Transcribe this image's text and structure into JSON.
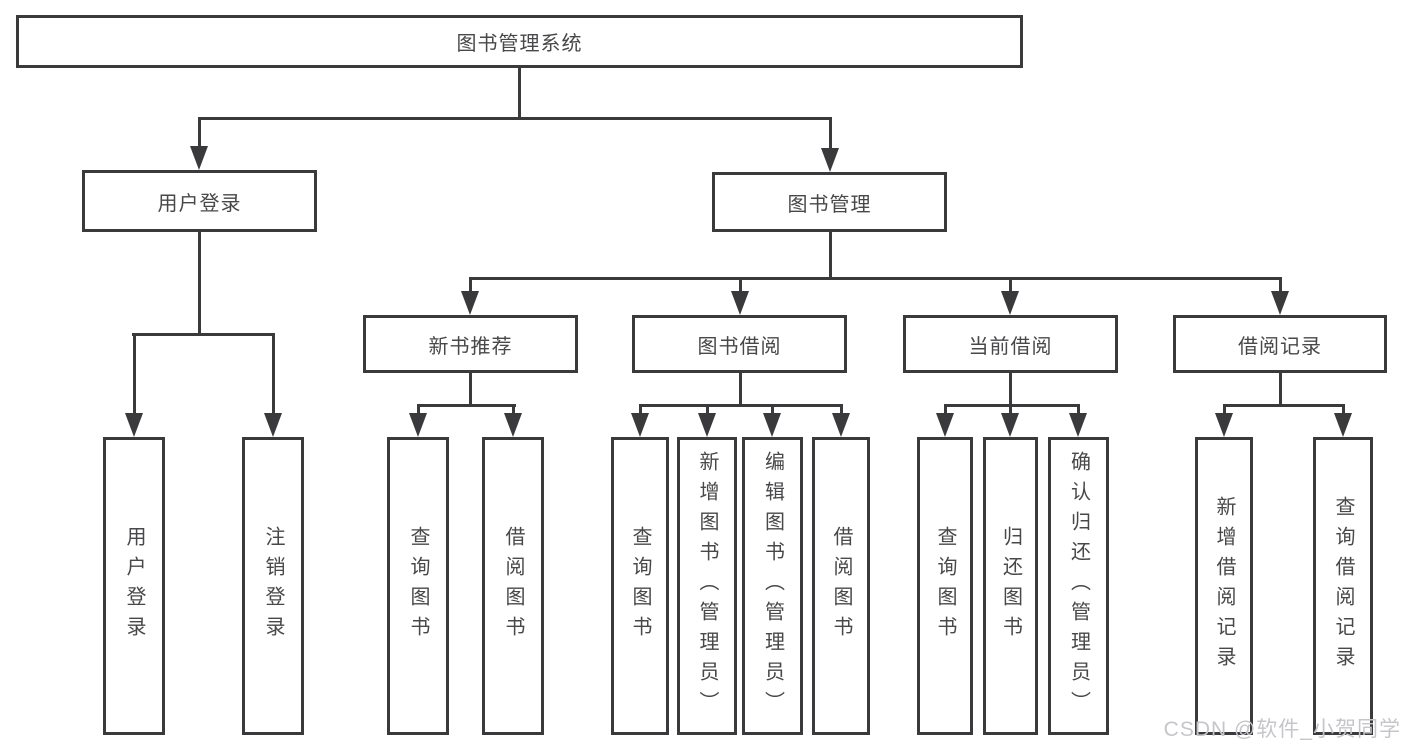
{
  "tree": {
    "label": "图书管理系统",
    "children": [
      {
        "label": "用户登录",
        "children": [
          {
            "label": "用户登录"
          },
          {
            "label": "注销登录"
          }
        ]
      },
      {
        "label": "图书管理",
        "children": [
          {
            "label": "新书推荐",
            "children": [
              {
                "label": "查询图书"
              },
              {
                "label": "借阅图书"
              }
            ]
          },
          {
            "label": "图书借阅",
            "children": [
              {
                "label": "查询图书"
              },
              {
                "label": "新增图书（管理员）"
              },
              {
                "label": "编辑图书（管理员）"
              },
              {
                "label": "借阅图书"
              }
            ]
          },
          {
            "label": "当前借阅",
            "children": [
              {
                "label": "查询图书"
              },
              {
                "label": "归还图书"
              },
              {
                "label": "确认归还（管理员）"
              }
            ]
          },
          {
            "label": "借阅记录",
            "children": [
              {
                "label": "新增借阅记录"
              },
              {
                "label": "查询借阅记录"
              }
            ]
          }
        ]
      }
    ]
  },
  "watermark": {
    "text": "CSDN @软件_小贺同学"
  },
  "colors": {
    "line": "#3a3a3c",
    "text": "#48484a",
    "watermark": "#c6c6ca",
    "background": "#ffffff"
  }
}
